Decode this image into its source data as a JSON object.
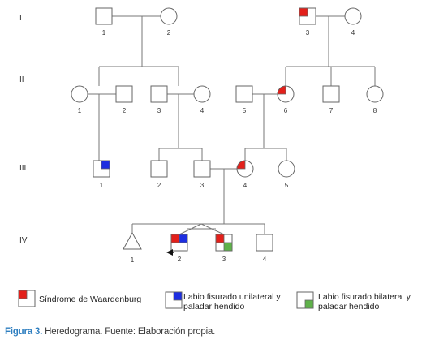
{
  "generations": [
    {
      "id": "I",
      "label": "I"
    },
    {
      "id": "II",
      "label": "II"
    },
    {
      "id": "III",
      "label": "III"
    },
    {
      "id": "IV",
      "label": "IV"
    }
  ],
  "individuals": [
    {
      "id": "I-1",
      "gen": "I",
      "num": "1",
      "sex": "male",
      "affected": []
    },
    {
      "id": "I-2",
      "gen": "I",
      "num": "2",
      "sex": "female",
      "affected": []
    },
    {
      "id": "I-3",
      "gen": "I",
      "num": "3",
      "sex": "male",
      "affected": [
        "waardenburg"
      ]
    },
    {
      "id": "I-4",
      "gen": "I",
      "num": "4",
      "sex": "female",
      "affected": []
    },
    {
      "id": "II-1",
      "gen": "II",
      "num": "1",
      "sex": "female",
      "affected": []
    },
    {
      "id": "II-2",
      "gen": "II",
      "num": "2",
      "sex": "male",
      "affected": []
    },
    {
      "id": "II-3",
      "gen": "II",
      "num": "3",
      "sex": "male",
      "affected": []
    },
    {
      "id": "II-4",
      "gen": "II",
      "num": "4",
      "sex": "female",
      "affected": []
    },
    {
      "id": "II-5",
      "gen": "II",
      "num": "5",
      "sex": "male",
      "affected": []
    },
    {
      "id": "II-6",
      "gen": "II",
      "num": "6",
      "sex": "female",
      "affected": [
        "waardenburg"
      ]
    },
    {
      "id": "II-7",
      "gen": "II",
      "num": "7",
      "sex": "male",
      "affected": []
    },
    {
      "id": "II-8",
      "gen": "II",
      "num": "8",
      "sex": "female",
      "affected": []
    },
    {
      "id": "III-1",
      "gen": "III",
      "num": "1",
      "sex": "male",
      "affected": [
        "labio_unilateral"
      ]
    },
    {
      "id": "III-2",
      "gen": "III",
      "num": "2",
      "sex": "male",
      "affected": []
    },
    {
      "id": "III-3",
      "gen": "III",
      "num": "3",
      "sex": "male",
      "affected": []
    },
    {
      "id": "III-4",
      "gen": "III",
      "num": "4",
      "sex": "female",
      "affected": [
        "waardenburg"
      ]
    },
    {
      "id": "III-5",
      "gen": "III",
      "num": "5",
      "sex": "female",
      "affected": []
    },
    {
      "id": "IV-1",
      "gen": "IV",
      "num": "1",
      "sex": "unknown",
      "affected": []
    },
    {
      "id": "IV-2",
      "gen": "IV",
      "num": "2",
      "sex": "male",
      "affected": [
        "waardenburg",
        "labio_unilateral"
      ],
      "proband": true
    },
    {
      "id": "IV-3",
      "gen": "IV",
      "num": "3",
      "sex": "male",
      "affected": [
        "waardenburg",
        "labio_bilateral"
      ]
    },
    {
      "id": "IV-4",
      "gen": "IV",
      "num": "4",
      "sex": "male",
      "affected": []
    }
  ],
  "legend": [
    {
      "id": "waardenburg",
      "lines": [
        "Síndrome de Waardenburg"
      ],
      "color": "#e3201b"
    },
    {
      "id": "labio_unilateral",
      "lines": [
        "Labio fisurado unilateral y",
        "paladar hendido"
      ],
      "color": "#1d2ee0"
    },
    {
      "id": "labio_bilateral",
      "lines": [
        "Labio fisurado bilateral y",
        "paladar hendido"
      ],
      "color": "#5fb24a"
    }
  ],
  "caption": {
    "lead": "Figura 3.",
    "text": " Heredograma. Fuente: Elaboración propia."
  }
}
